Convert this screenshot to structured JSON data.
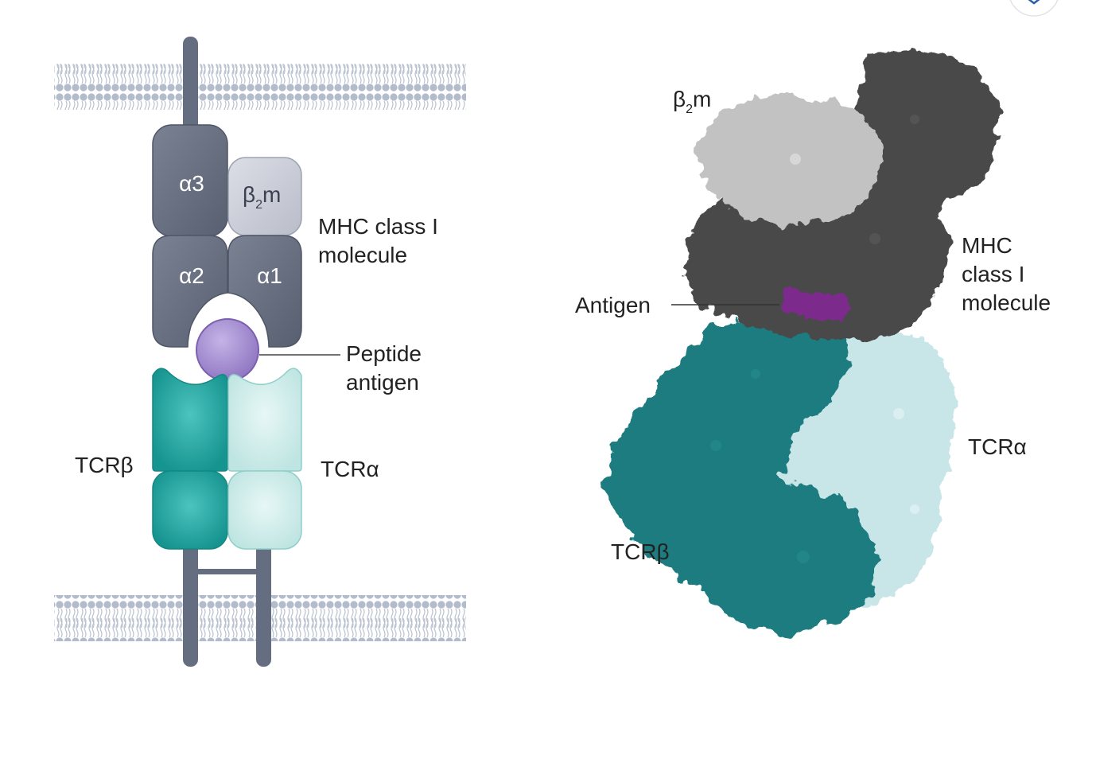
{
  "schematic": {
    "domains": {
      "alpha3": "α3",
      "alpha2": "α2",
      "alpha1": "α1",
      "b2m_main": "β",
      "b2m_sub": "2",
      "b2m_tail": "m"
    },
    "labels": {
      "mhc_line1": "MHC class I",
      "mhc_line2": "molecule",
      "peptide_line1": "Peptide",
      "peptide_line2": "antigen",
      "tcr_beta": "TCRβ",
      "tcr_alpha": "TCRα"
    }
  },
  "structure": {
    "labels": {
      "b2m_main": "β",
      "b2m_sub": "2",
      "b2m_tail": "m",
      "antigen": "Antigen",
      "mhc_line1": "MHC",
      "mhc_line2": "class I",
      "mhc_line3": "molecule",
      "tcr_alpha": "TCRα",
      "tcr_beta": "TCRβ"
    }
  },
  "colors": {
    "mhc_heavy": "#636c7d",
    "b2m_light": "#c9ccd6",
    "membrane": "#aeb6c6",
    "peptide": "#a58fcf",
    "tcr_beta": "#26a9a6",
    "tcr_alpha": "#c9ece9",
    "struct_dark": "#4a4a4a",
    "struct_light": "#c8c8c8",
    "struct_teal": "#1e7c7e",
    "struct_lightteal": "#cfe9ea",
    "antigen_purple": "#7b2a8c"
  }
}
